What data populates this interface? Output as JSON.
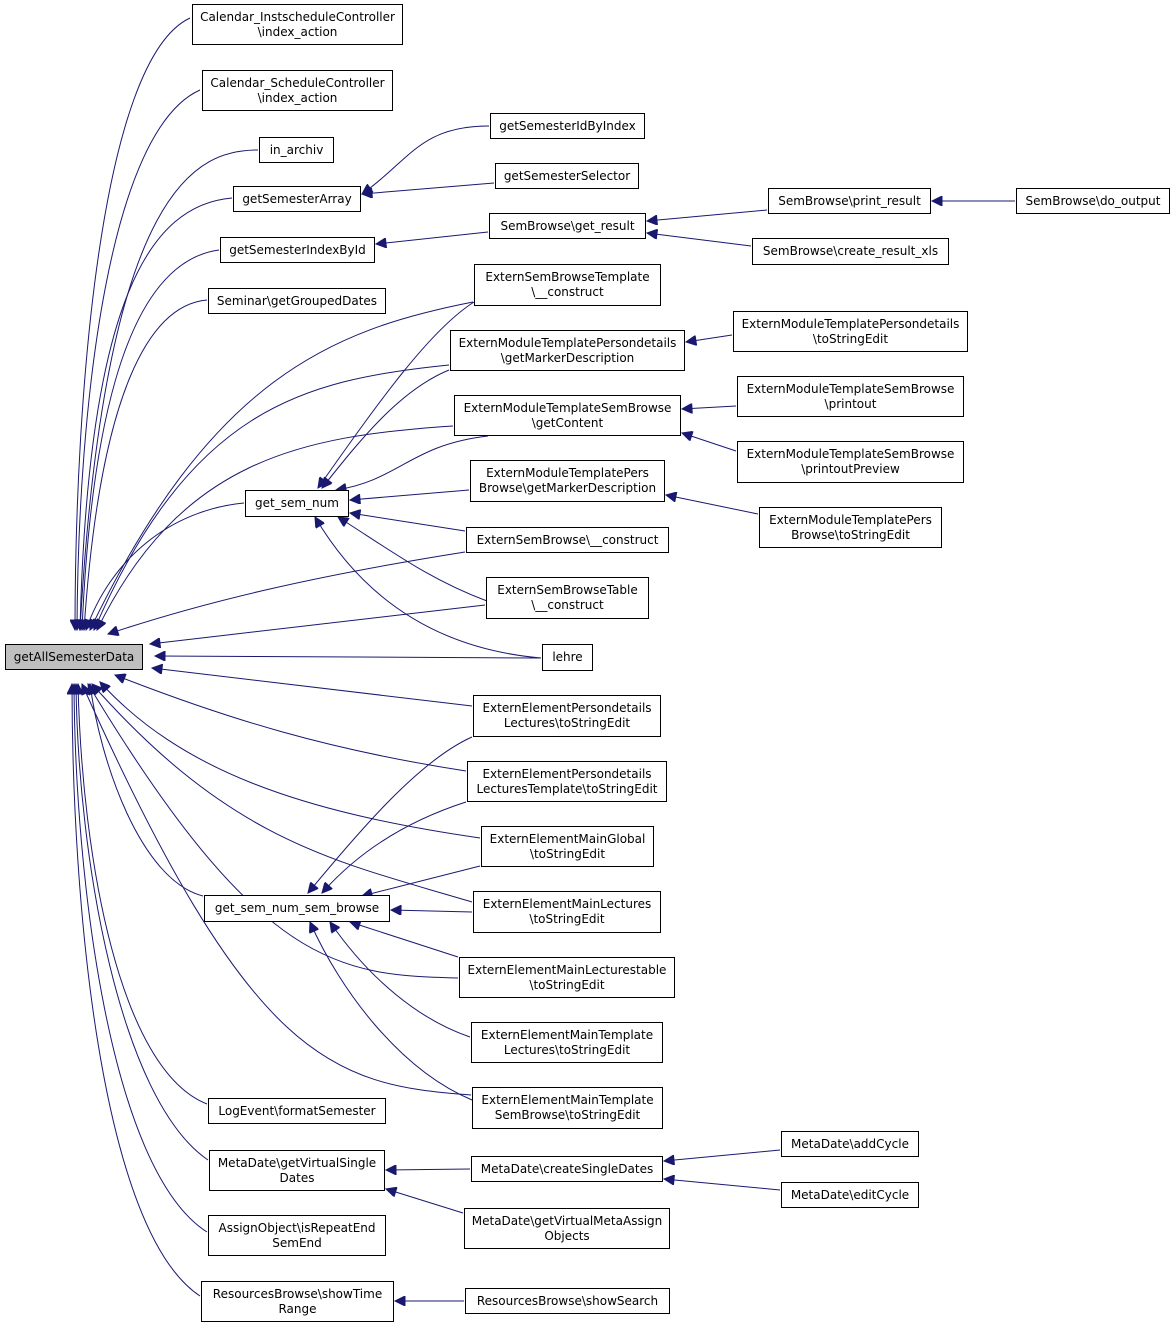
{
  "colors": {
    "edge": "#191970",
    "node_border": "#000000",
    "focus_fill": "#bfbfbf"
  },
  "nodes": {
    "n0": {
      "lines": [
        "getAllSemesterData"
      ]
    },
    "n1": {
      "lines": [
        "Calendar_InstscheduleController",
        "\\index_action"
      ]
    },
    "n2": {
      "lines": [
        "Calendar_ScheduleController",
        "\\index_action"
      ]
    },
    "n3": {
      "lines": [
        "in_archiv"
      ]
    },
    "n4": {
      "lines": [
        "getSemesterArray"
      ]
    },
    "n5": {
      "lines": [
        "getSemesterIndexById"
      ]
    },
    "n6": {
      "lines": [
        "Seminar\\getGroupedDates"
      ]
    },
    "n7": {
      "lines": [
        "get_sem_num"
      ]
    },
    "n8": {
      "lines": [
        "get_sem_num_sem_browse"
      ]
    },
    "n9": {
      "lines": [
        "LogEvent\\formatSemester"
      ]
    },
    "n10": {
      "lines": [
        "MetaDate\\getVirtualSingle",
        "Dates"
      ]
    },
    "n11": {
      "lines": [
        "AssignObject\\isRepeatEnd",
        "SemEnd"
      ]
    },
    "n12": {
      "lines": [
        "ResourcesBrowse\\showTime",
        "Range"
      ]
    },
    "n13": {
      "lines": [
        "getSemesterIdByIndex"
      ]
    },
    "n14": {
      "lines": [
        "getSemesterSelector"
      ]
    },
    "n15": {
      "lines": [
        "SemBrowse\\get_result"
      ]
    },
    "n16": {
      "lines": [
        "ExternSemBrowseTemplate",
        "\\__construct"
      ]
    },
    "n17": {
      "lines": [
        "ExternModuleTemplatePersondetails",
        "\\getMarkerDescription"
      ]
    },
    "n18": {
      "lines": [
        "ExternModuleTemplateSemBrowse",
        "\\getContent"
      ]
    },
    "n19": {
      "lines": [
        "ExternModuleTemplatePers",
        "Browse\\getMarkerDescription"
      ]
    },
    "n20": {
      "lines": [
        "ExternSemBrowse\\__construct"
      ]
    },
    "n21": {
      "lines": [
        "ExternSemBrowseTable",
        "\\__construct"
      ]
    },
    "n22": {
      "lines": [
        "lehre"
      ]
    },
    "n23": {
      "lines": [
        "ExternElementPersondetails",
        "Lectures\\toStringEdit"
      ]
    },
    "n24": {
      "lines": [
        "ExternElementPersondetails",
        "LecturesTemplate\\toStringEdit"
      ]
    },
    "n25": {
      "lines": [
        "ExternElementMainGlobal",
        "\\toStringEdit"
      ]
    },
    "n26": {
      "lines": [
        "ExternElementMainLectures",
        "\\toStringEdit"
      ]
    },
    "n27": {
      "lines": [
        "ExternElementMainLecturestable",
        "\\toStringEdit"
      ]
    },
    "n28": {
      "lines": [
        "ExternElementMainTemplate",
        "Lectures\\toStringEdit"
      ]
    },
    "n29": {
      "lines": [
        "ExternElementMainTemplate",
        "SemBrowse\\toStringEdit"
      ]
    },
    "n30": {
      "lines": [
        "MetaDate\\createSingleDates"
      ]
    },
    "n31": {
      "lines": [
        "MetaDate\\getVirtualMetaAssign",
        "Objects"
      ]
    },
    "n32": {
      "lines": [
        "ResourcesBrowse\\showSearch"
      ]
    },
    "n33": {
      "lines": [
        "SemBrowse\\print_result"
      ]
    },
    "n34": {
      "lines": [
        "SemBrowse\\create_result_xls"
      ]
    },
    "n35": {
      "lines": [
        "ExternModuleTemplatePersondetails",
        "\\toStringEdit"
      ]
    },
    "n36": {
      "lines": [
        "ExternModuleTemplateSemBrowse",
        "\\printout"
      ]
    },
    "n37": {
      "lines": [
        "ExternModuleTemplateSemBrowse",
        "\\printoutPreview"
      ]
    },
    "n38": {
      "lines": [
        "ExternModuleTemplatePers",
        "Browse\\toStringEdit"
      ]
    },
    "n39": {
      "lines": [
        "MetaDate\\addCycle"
      ]
    },
    "n40": {
      "lines": [
        "MetaDate\\editCycle"
      ]
    },
    "n41": {
      "lines": [
        "SemBrowse\\do_output"
      ]
    }
  },
  "edges": [
    [
      "n1",
      "n0"
    ],
    [
      "n2",
      "n0"
    ],
    [
      "n3",
      "n0"
    ],
    [
      "n4",
      "n0"
    ],
    [
      "n5",
      "n0"
    ],
    [
      "n6",
      "n0"
    ],
    [
      "n7",
      "n0"
    ],
    [
      "n8",
      "n0"
    ],
    [
      "n9",
      "n0"
    ],
    [
      "n10",
      "n0"
    ],
    [
      "n11",
      "n0"
    ],
    [
      "n12",
      "n0"
    ],
    [
      "n16",
      "n0"
    ],
    [
      "n17",
      "n0"
    ],
    [
      "n18",
      "n0"
    ],
    [
      "n20",
      "n0"
    ],
    [
      "n21",
      "n0"
    ],
    [
      "n22",
      "n0"
    ],
    [
      "n23",
      "n0"
    ],
    [
      "n24",
      "n0"
    ],
    [
      "n25",
      "n0"
    ],
    [
      "n26",
      "n0"
    ],
    [
      "n27",
      "n0"
    ],
    [
      "n29",
      "n0"
    ],
    [
      "n13",
      "n4"
    ],
    [
      "n14",
      "n4"
    ],
    [
      "n15",
      "n5"
    ],
    [
      "n16",
      "n7"
    ],
    [
      "n17",
      "n7"
    ],
    [
      "n18",
      "n7"
    ],
    [
      "n19",
      "n7"
    ],
    [
      "n20",
      "n7"
    ],
    [
      "n21",
      "n7"
    ],
    [
      "n22",
      "n7"
    ],
    [
      "n23",
      "n8"
    ],
    [
      "n24",
      "n8"
    ],
    [
      "n25",
      "n8"
    ],
    [
      "n26",
      "n8"
    ],
    [
      "n27",
      "n8"
    ],
    [
      "n28",
      "n8"
    ],
    [
      "n29",
      "n8"
    ],
    [
      "n30",
      "n10"
    ],
    [
      "n31",
      "n10"
    ],
    [
      "n32",
      "n12"
    ],
    [
      "n33",
      "n15"
    ],
    [
      "n34",
      "n15"
    ],
    [
      "n35",
      "n17"
    ],
    [
      "n36",
      "n18"
    ],
    [
      "n37",
      "n18"
    ],
    [
      "n38",
      "n19"
    ],
    [
      "n39",
      "n30"
    ],
    [
      "n40",
      "n30"
    ],
    [
      "n41",
      "n33"
    ]
  ]
}
